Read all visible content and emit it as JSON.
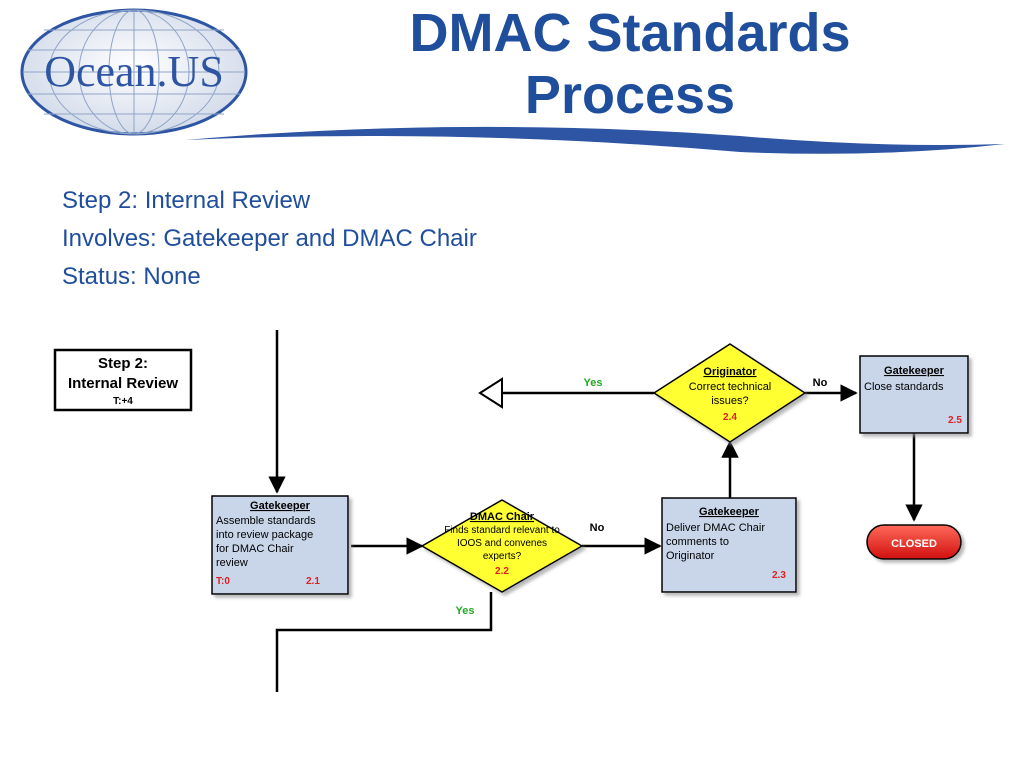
{
  "logo": {
    "text": "Ocean.US"
  },
  "title": {
    "line1": "DMAC Standards",
    "line2": "Process"
  },
  "info": {
    "step": "Step 2: Internal Review",
    "involves": "Involves: Gatekeeper and DMAC Chair",
    "status": "Status: None"
  },
  "diagram": {
    "step_box": {
      "title1": "Step 2:",
      "title2": "Internal Review",
      "time": "T:+4"
    },
    "node_2_1": {
      "role": "Gatekeeper",
      "line1": "Assemble standards",
      "line2": "into review package",
      "line3": "for DMAC Chair",
      "line4": "review",
      "time": "T:0",
      "id": "2.1"
    },
    "node_2_2": {
      "role": "DMAC Chair",
      "line1": "Finds standard relevant to",
      "line2": "IOOS and convenes",
      "line3": "experts?",
      "id": "2.2"
    },
    "node_2_3": {
      "role": "Gatekeeper",
      "line1": "Deliver DMAC Chair",
      "line2": "comments to",
      "line3": "Originator",
      "id": "2.3"
    },
    "node_2_4": {
      "role": "Originator",
      "line1": "Correct technical",
      "line2": "issues?",
      "id": "2.4"
    },
    "node_2_5": {
      "role": "Gatekeeper",
      "line1": "Close standards",
      "id": "2.5"
    },
    "closed": "CLOSED",
    "labels": {
      "yes_top": "Yes",
      "no_top": "No",
      "no_mid": "No",
      "yes_bottom": "Yes"
    },
    "colors": {
      "box_fill": "#c9d6ea",
      "diamond_fill": "#ffff33",
      "closed_fill": "#e8201a",
      "id_red": "#e02020",
      "yes_green": "#22aa22",
      "title_blue": "#1f4e9c"
    }
  }
}
